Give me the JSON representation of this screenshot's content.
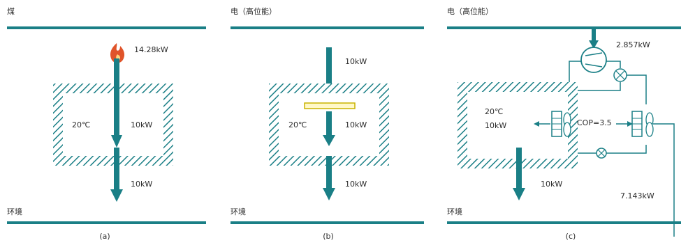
{
  "colors": {
    "teal": "#1a7f86",
    "hatch": "#1a7f86",
    "text": "#2b2b2b",
    "flame": "#e0542a",
    "heater": "#c9b200"
  },
  "panels": [
    {
      "top_label": "煤",
      "bottom_label": "环境",
      "caption": "(a)",
      "temp": "20℃",
      "inner_power": "10kW",
      "input_power": "14.28kW",
      "output_power": "10kW",
      "icons": [
        "flame-icon"
      ]
    },
    {
      "top_label": "电（高位能）",
      "bottom_label": "环境",
      "caption": "(b)",
      "temp": "20℃",
      "inner_power": "10kW",
      "input_power": "10kW",
      "output_power": "10kW",
      "icons": [
        "electric-heater-icon"
      ]
    },
    {
      "top_label": "电（高位能）",
      "bottom_label": "环境",
      "caption": "(c)",
      "temp": "20℃",
      "inner_power": "10kW",
      "compressor_power": "2.857kW",
      "cop": "COP=3.5",
      "output_power": "10kW",
      "ambient_heat": "7.143kW",
      "icons": [
        "compressor-icon",
        "four-way-valve-icon",
        "expansion-valve-icon",
        "indoor-coil-icon",
        "outdoor-coil-icon",
        "fan-icon"
      ]
    }
  ]
}
